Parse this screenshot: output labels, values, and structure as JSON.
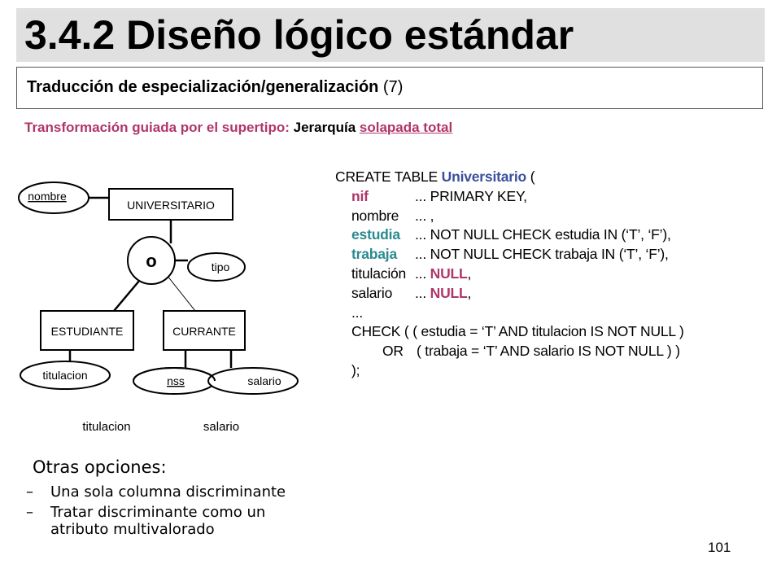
{
  "slide": {
    "title": "3.4.2 Diseño lógico estándar",
    "subtitle_bold": "Traducción de especialización/generalización",
    "subtitle_rest": " (7)",
    "guide_pink": "Transformación guiada por el supertipo:",
    "guide_black": " Jerarquía ",
    "guide_link": "solapada total",
    "page_number": "101"
  },
  "diagram": {
    "supertype": "UNIVERSITARIO",
    "attr_nombre": "nombre",
    "disjoint_marker": "o",
    "attr_tipo": "tipo",
    "subtype_estudiante": "ESTUDIANTE",
    "subtype_currante": "CURRANTE",
    "attr_titulacion": "titulacion",
    "attr_nss": "nss",
    "attr_salario": "salario",
    "label_titulacion": "titulacion",
    "label_salario": "salario"
  },
  "code": {
    "l1_a": "CREATE TABLE ",
    "l1_b": "Universitario",
    "l1_c": " (",
    "l2_kw": "nif",
    "l2_rest": "... PRIMARY KEY,",
    "l3_kw": "nombre",
    "l3_rest": "... ,",
    "l4_kw": "estudia",
    "l4_rest": "... NOT NULL CHECK estudia IN (‘T’, ‘F’),",
    "l5_kw": "trabaja",
    "l5_rest": "... NOT NULL CHECK trabaja IN (‘T’, ‘F’),",
    "l6_kw": "titulación",
    "l6_a": "... ",
    "l6_b": "NULL",
    "l6_c": ",",
    "l7_kw": "salario",
    "l7_a": "... ",
    "l7_b": "NULL",
    "l7_c": ",",
    "l8": "...",
    "l9": "CHECK ( ( estudia = ‘T’ AND titulacion IS NOT NULL )",
    "l10_a": "OR",
    "l10_b": "( trabaja = ‘T’ AND salario IS NOT NULL ) )",
    "l11": ");"
  },
  "options": {
    "heading": "Otras opciones:",
    "dash": "–",
    "item1": "Una sola columna discriminante",
    "item2_line1": "Tratar discriminante como un",
    "item2_line2": "atributo multivalorado"
  }
}
